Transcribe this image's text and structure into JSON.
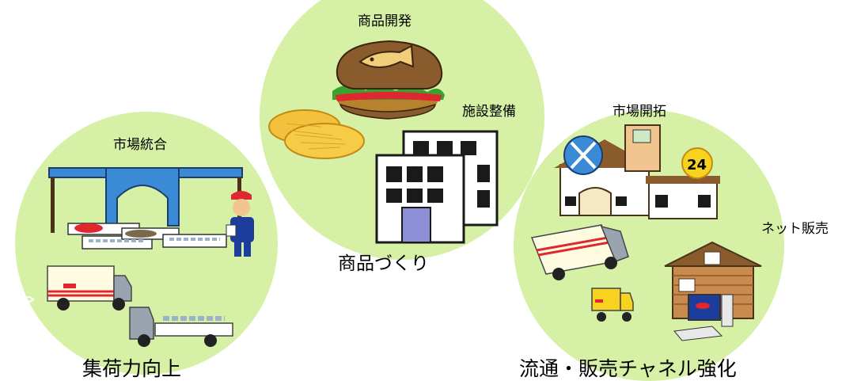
{
  "colors": {
    "circle_fill": "#d6f0a6",
    "brown": "#5a3a1a",
    "blue": "#3a8ad6",
    "red": "#e0262e",
    "truck_white": "#fffbe0",
    "gray": "#9aa3b0"
  },
  "left": {
    "subtitle": "市場統合",
    "main_label": "集荷力向上",
    "icons": [
      "fish-market-icon",
      "fisherman-icon",
      "truck-icon",
      "fish-lorry-icon"
    ]
  },
  "center": {
    "subtitle_top": "商品開発",
    "subtitle_right": "施設整備",
    "main_label": "商品づくり",
    "icons": [
      "fish-burger-icon",
      "rice-cracker-icon",
      "facility-building-icon"
    ]
  },
  "right": {
    "subtitle_top": "市場開拓",
    "subtitle_right": "ネット販売",
    "main_label": "流通・販売チャネル強化",
    "icons": [
      "restaurant-icon",
      "store-24-icon",
      "delivery-truck-icon",
      "small-truck-icon",
      "log-house-icon",
      "computer-icon"
    ],
    "store_badge": "24"
  }
}
